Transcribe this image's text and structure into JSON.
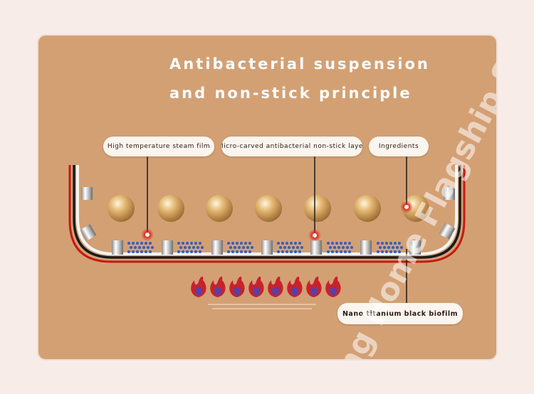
{
  "title": {
    "line1": "Antibacterial suspension",
    "line2": "and non-stick principle"
  },
  "labels": {
    "steam_film": "High temperature steam film",
    "non_stick_layer": "Micro-carved antibacterial non-stick layer",
    "ingredients": "Ingredients",
    "biofilm": "Nano titanium black biofilm"
  },
  "watermark": "ng Home Flagship S",
  "colors": {
    "panel": "#d3a074",
    "pan_outer": "#c41a12",
    "pan_inner": "#1a1a1a",
    "flame": "#c8222a",
    "flame_inner": "#5a3fa8",
    "dots": "#2b5fc4"
  }
}
